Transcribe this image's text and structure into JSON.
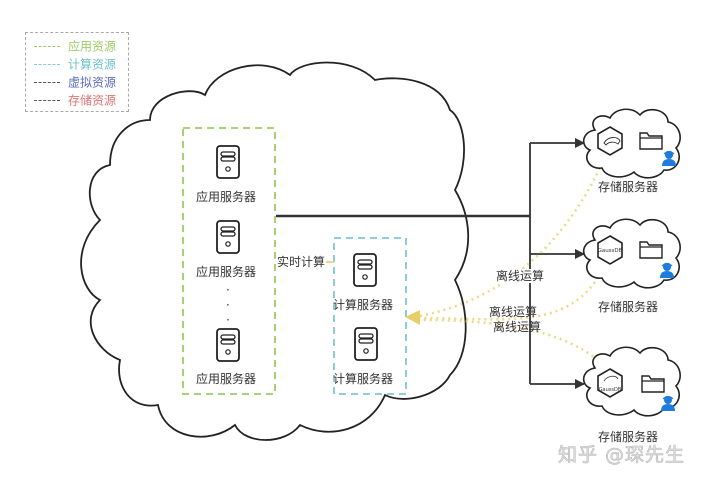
{
  "legend": {
    "items": [
      {
        "label": "应用资源",
        "color": "#9ccc65"
      },
      {
        "label": "计算资源",
        "color": "#80cbc4"
      },
      {
        "label": "虚拟资源",
        "color": "#5c6bc0"
      },
      {
        "label": "存储资源",
        "color": "#e57373"
      }
    ]
  },
  "app_group": {
    "border_color": "#9ccc65",
    "servers": [
      {
        "label": "应用服务器"
      },
      {
        "label": "应用服务器"
      },
      {
        "label": "应用服务器"
      }
    ],
    "ellipsis": "·"
  },
  "compute_group": {
    "border_color": "#7ec8d2",
    "servers": [
      {
        "label": "计算服务器"
      },
      {
        "label": "计算服务器"
      }
    ]
  },
  "edges": {
    "realtime_label": "实时计算",
    "offline_labels": [
      "离线运算",
      "离线运算",
      "离线运算"
    ],
    "offline_color": "#e6cf6a",
    "line_color": "#333333"
  },
  "storage_nodes": [
    {
      "label": "存储服务器",
      "db_icon": "dolphin-db-icon",
      "db_text": ""
    },
    {
      "label": "存储服务器",
      "db_icon": "gaussdb-icon",
      "db_text": "GaussDB"
    },
    {
      "label": "存储服务器",
      "db_icon": "gaussdb-dolphin-icon",
      "db_text": "GaussDB"
    }
  ],
  "user_icon_color": "#1e7be0",
  "watermark": "知乎 @琛先生"
}
